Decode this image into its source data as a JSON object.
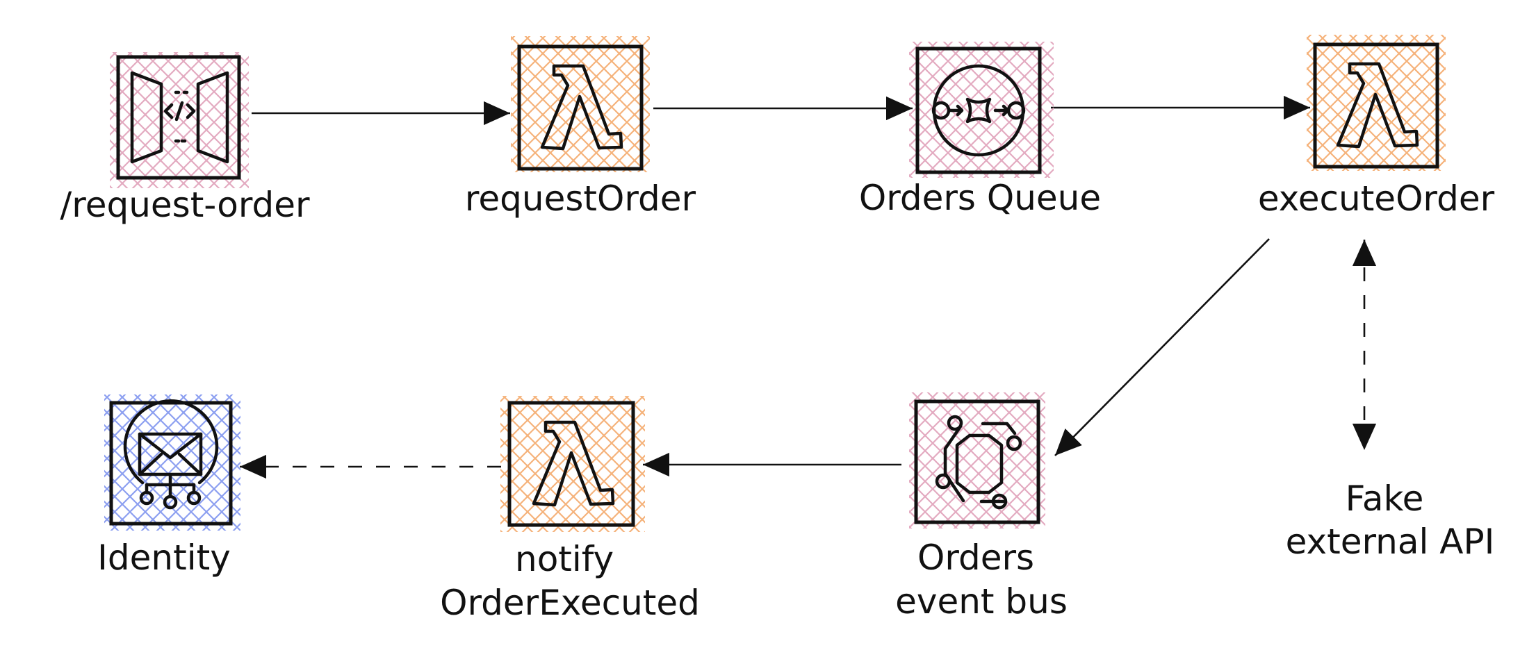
{
  "diagram": {
    "colors": {
      "pink": "#e3aac0",
      "orange": "#f5b27a",
      "blue": "#8c9ff0",
      "stroke": "#111111"
    },
    "nodes": {
      "api_gateway": {
        "label_lines": [
          "/request-order"
        ],
        "icon": "api-gateway-icon",
        "color": "pink"
      },
      "request_order_fn": {
        "label_lines": [
          "requestOrder"
        ],
        "icon": "lambda-icon",
        "color": "orange"
      },
      "orders_queue": {
        "label_lines": [
          "Orders Queue"
        ],
        "icon": "sqs-queue-icon",
        "color": "pink"
      },
      "execute_order_fn": {
        "label_lines": [
          "executeOrder"
        ],
        "icon": "lambda-icon",
        "color": "orange"
      },
      "orders_event_bus": {
        "label_lines": [
          "Orders",
          "event bus"
        ],
        "icon": "eventbridge-icon",
        "color": "pink"
      },
      "notify_fn": {
        "label_lines": [
          "notify",
          "OrderExecuted"
        ],
        "icon": "lambda-icon",
        "color": "orange"
      },
      "identity": {
        "label_lines": [
          "Identity"
        ],
        "icon": "email-identity-icon",
        "color": "blue"
      },
      "fake_api": {
        "label_lines": [
          "Fake",
          "external API"
        ],
        "icon": "",
        "color": ""
      }
    },
    "edges": [
      {
        "from": "/request-order",
        "to": "requestOrder",
        "style": "solid"
      },
      {
        "from": "requestOrder",
        "to": "Orders Queue",
        "style": "solid"
      },
      {
        "from": "Orders Queue",
        "to": "executeOrder",
        "style": "solid"
      },
      {
        "from": "executeOrder",
        "to": "Orders event bus",
        "style": "solid"
      },
      {
        "from": "executeOrder",
        "to": "Fake external API",
        "style": "dashed",
        "bidirectional": true
      },
      {
        "from": "Orders event bus",
        "to": "notify OrderExecuted",
        "style": "solid"
      },
      {
        "from": "notify OrderExecuted",
        "to": "Identity",
        "style": "dashed"
      }
    ]
  }
}
